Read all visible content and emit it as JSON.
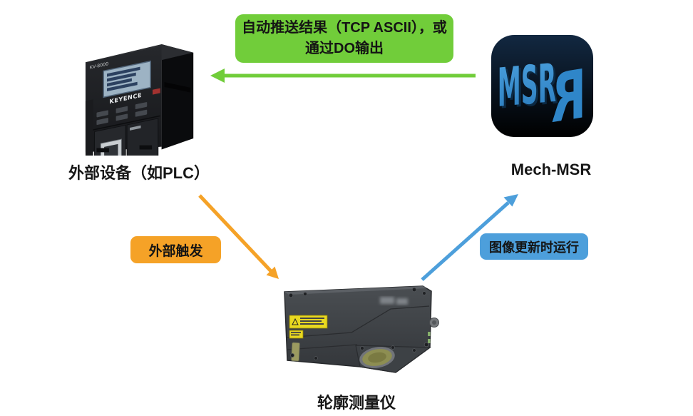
{
  "nodes": {
    "external_device": {
      "caption": "外部设备（如PLC）",
      "device_model": "KV-8000",
      "device_brand": "KEYENCE"
    },
    "mech_msr": {
      "caption": "Mech-MSR",
      "icon_letters": "MSR",
      "icon_letter_mirrored": "R"
    },
    "profiler": {
      "caption": "轮廓测量仪"
    }
  },
  "arrows": {
    "auto_push": {
      "label_line1": "自动推送结果（TCP ASCII），或",
      "label_line2": "通过DO输出",
      "color": "#71cd3a",
      "from": "Mech-MSR",
      "to": "外部设备（如PLC）"
    },
    "external_trigger": {
      "label": "外部触发",
      "color": "#f5a227",
      "from": "外部设备（如PLC）",
      "to": "轮廓测量仪"
    },
    "run_when_image_updated": {
      "label": "图像更新时运行",
      "color": "#4d9fdb",
      "from": "轮廓测量仪",
      "to": "Mech-MSR"
    }
  }
}
